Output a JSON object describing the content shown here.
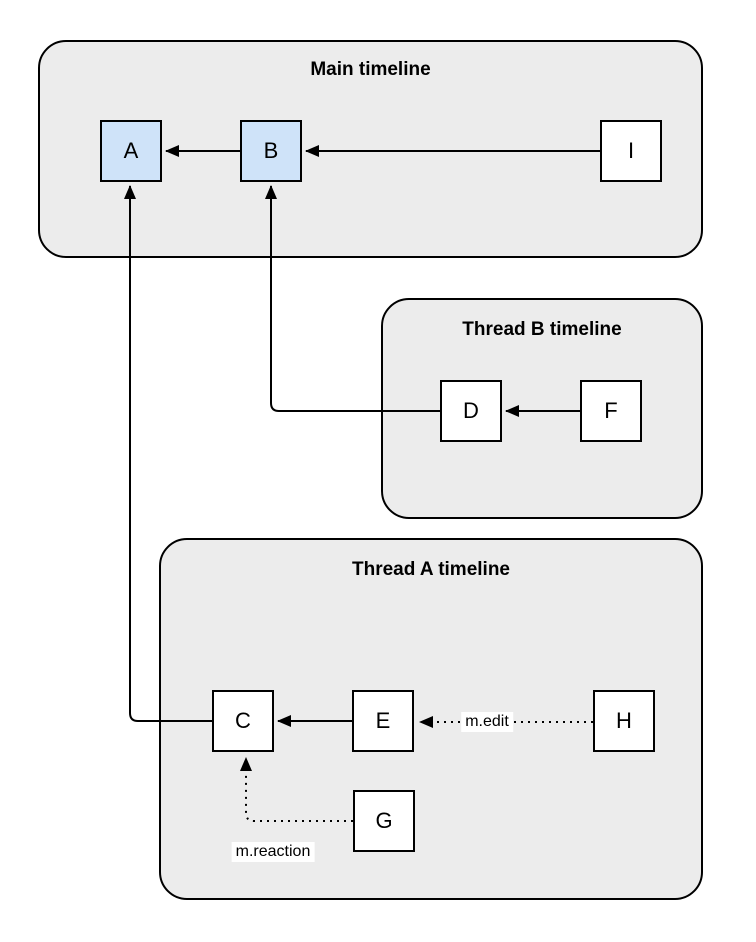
{
  "diagram": {
    "containers": {
      "main": {
        "title": "Main timeline"
      },
      "thread_b": {
        "title": "Thread B timeline"
      },
      "thread_a": {
        "title": "Thread A timeline"
      }
    },
    "nodes": {
      "a": {
        "label": "A",
        "highlighted": true
      },
      "b": {
        "label": "B",
        "highlighted": true
      },
      "i": {
        "label": "I",
        "highlighted": false
      },
      "d": {
        "label": "D",
        "highlighted": false
      },
      "f": {
        "label": "F",
        "highlighted": false
      },
      "c": {
        "label": "C",
        "highlighted": false
      },
      "e": {
        "label": "E",
        "highlighted": false
      },
      "h": {
        "label": "H",
        "highlighted": false
      },
      "g": {
        "label": "G",
        "highlighted": false
      }
    },
    "edges": {
      "i_to_b": {
        "from": "I",
        "to": "B",
        "style": "solid",
        "label": ""
      },
      "b_to_a": {
        "from": "B",
        "to": "A",
        "style": "solid",
        "label": ""
      },
      "f_to_d": {
        "from": "F",
        "to": "D",
        "style": "solid",
        "label": ""
      },
      "d_to_b": {
        "from": "D",
        "to": "B",
        "style": "solid",
        "label": ""
      },
      "e_to_c": {
        "from": "E",
        "to": "C",
        "style": "solid",
        "label": ""
      },
      "c_to_a": {
        "from": "C",
        "to": "A",
        "style": "solid",
        "label": ""
      },
      "h_to_e": {
        "from": "H",
        "to": "E",
        "style": "dotted",
        "label": "m.edit"
      },
      "g_to_c": {
        "from": "G",
        "to": "C",
        "style": "dotted",
        "label": "m.reaction"
      }
    },
    "colors": {
      "canvas_bg": "#ffffff",
      "container_fill": "#ececec",
      "container_border": "#000000",
      "node_fill_default": "#ffffff",
      "node_fill_highlight": "#cfe3f9",
      "node_border": "#000000",
      "edge_color": "#000000",
      "edge_label_bg": "#ffffff"
    }
  }
}
